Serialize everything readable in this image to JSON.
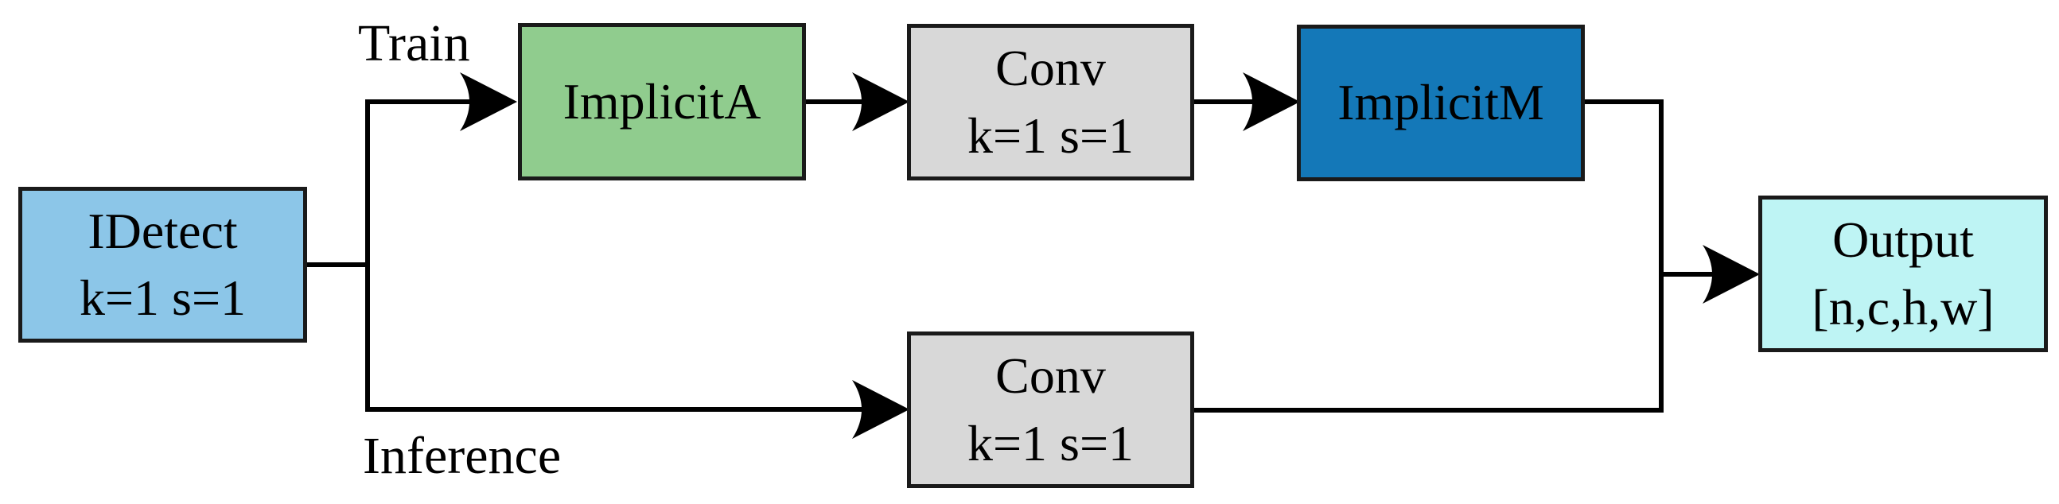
{
  "diagram": {
    "nodes": {
      "idetect": {
        "line1": "IDetect",
        "line2": "k=1 s=1"
      },
      "implicita": {
        "line1": "ImplicitA"
      },
      "conv_train": {
        "line1": "Conv",
        "line2": "k=1 s=1"
      },
      "implicitm": {
        "line1": "ImplicitM"
      },
      "conv_inference": {
        "line1": "Conv",
        "line2": "k=1 s=1"
      },
      "output": {
        "line1": "Output",
        "line2": "[n,c,h,w]"
      }
    },
    "edge_labels": {
      "train": "Train",
      "inference": "Inference"
    },
    "colors": {
      "idetect_fill": "#8CC6E8",
      "implicita_fill": "#90CC8E",
      "conv_fill": "#D8D8D8",
      "implicitm_fill": "#1478B8",
      "output_fill": "#BEF4F4",
      "border": "#1A1A1A",
      "line": "#000000",
      "text": "#000000",
      "background": "#FFFFFF"
    }
  }
}
